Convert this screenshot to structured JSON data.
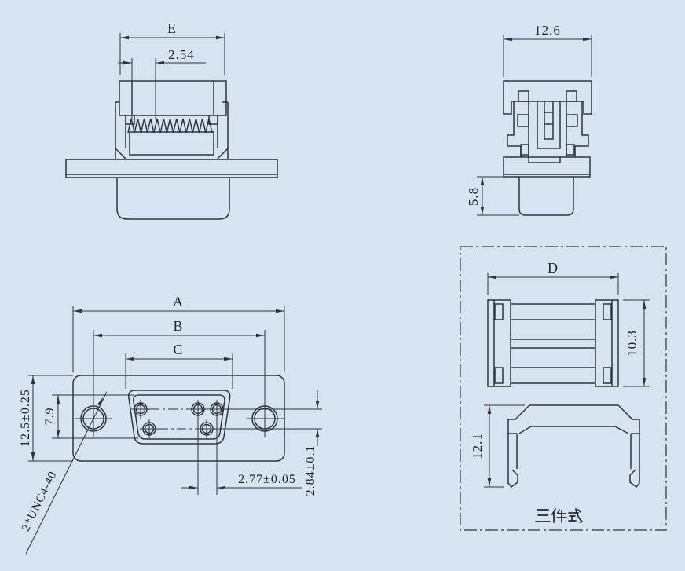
{
  "drawing_type": "connector engineering drawing",
  "colors": {
    "background": "#d6e4f2",
    "line": "#30343a"
  },
  "front_view": {
    "name": "connector front view",
    "dim_width": "E",
    "dim_pitch": "2.54"
  },
  "side_view": {
    "name": "connector side view",
    "dim_width": "12.6",
    "dim_tail_height": "5.8"
  },
  "face_view": {
    "name": "mating face view",
    "dim_a": "A",
    "dim_b": "B",
    "dim_c": "C",
    "dim_flange_height": "12.5±0.25",
    "dim_opening_height": "7.9",
    "dim_pin_pitch": "2.77±0.05",
    "dim_row_offset": "2.84±0.1",
    "thread_note": "2*UNC4-40"
  },
  "three_piece_view": {
    "name": "three-piece assembly",
    "dim_width": "D",
    "dim_bracket_height": "10.3",
    "dim_cover_height": "12.1",
    "caption": "三件式"
  }
}
